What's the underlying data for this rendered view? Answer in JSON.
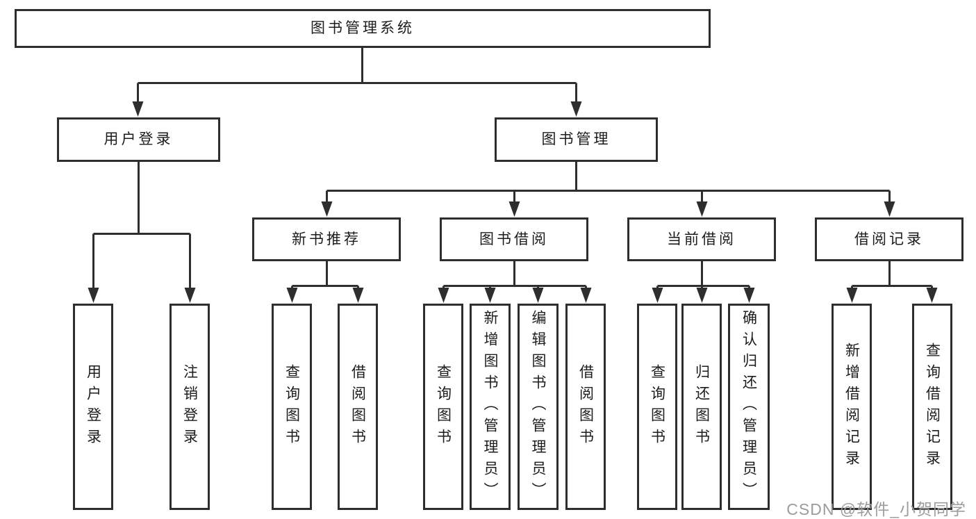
{
  "tree": {
    "label": "图书管理系统",
    "children": [
      {
        "label": "用户登录",
        "children": [
          {
            "label": "用户登录"
          },
          {
            "label": "注销登录"
          }
        ]
      },
      {
        "label": "图书管理",
        "children": [
          {
            "label": "新书推荐",
            "children": [
              {
                "label": "查询图书"
              },
              {
                "label": "借阅图书"
              }
            ]
          },
          {
            "label": "图书借阅",
            "children": [
              {
                "label": "查询图书"
              },
              {
                "label": "新增图书（管理员）"
              },
              {
                "label": "编辑图书（管理员）"
              },
              {
                "label": "借阅图书"
              }
            ]
          },
          {
            "label": "当前借阅",
            "children": [
              {
                "label": "查询图书"
              },
              {
                "label": "归还图书"
              },
              {
                "label": "确认归还（管理员）"
              }
            ]
          },
          {
            "label": "借阅记录",
            "children": [
              {
                "label": "新增借阅记录"
              },
              {
                "label": "查询借阅记录"
              }
            ]
          }
        ]
      }
    ]
  },
  "watermark": {
    "text": "CSDN @软件_小贺同学"
  },
  "colors": {
    "line": "#2e2e2e",
    "text": "#1c1c1c",
    "background": "#ffffff",
    "watermark": "#9c9c9c"
  }
}
